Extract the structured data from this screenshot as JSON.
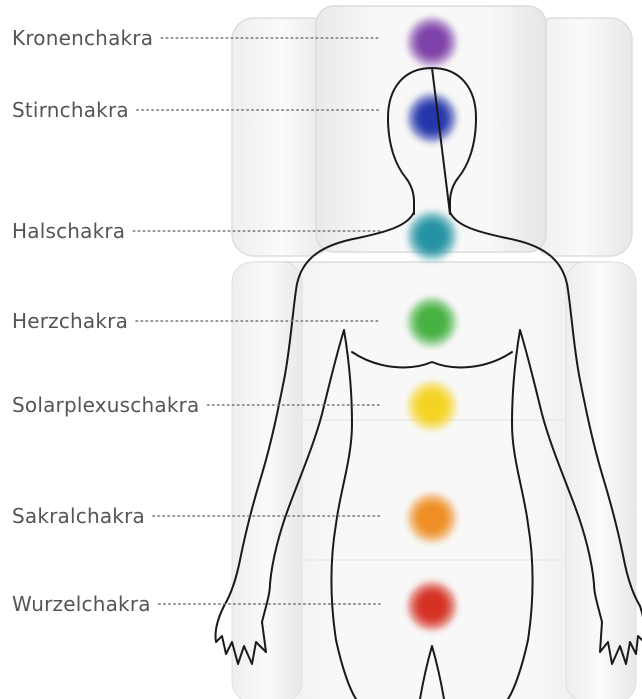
{
  "chakras": [
    {
      "label": "Kronenchakra",
      "color": "#7a3aa6"
    },
    {
      "label": "Stirnchakra",
      "color": "#1c2fa8"
    },
    {
      "label": "Halschakra",
      "color": "#1f8fa0"
    },
    {
      "label": "Herzchakra",
      "color": "#3fae3a"
    },
    {
      "label": "Solarplexuschakra",
      "color": "#f5d21c"
    },
    {
      "label": "Sakralchakra",
      "color": "#ee8a1e"
    },
    {
      "label": "Wurzelchakra",
      "color": "#d42a1e"
    }
  ],
  "colors": {
    "label_text": "#555555",
    "leader_line": "#777777",
    "body_outline": "#1a1a1a",
    "chair_fill": "#f4f4f4",
    "chair_edge": "#dcdcdc"
  }
}
